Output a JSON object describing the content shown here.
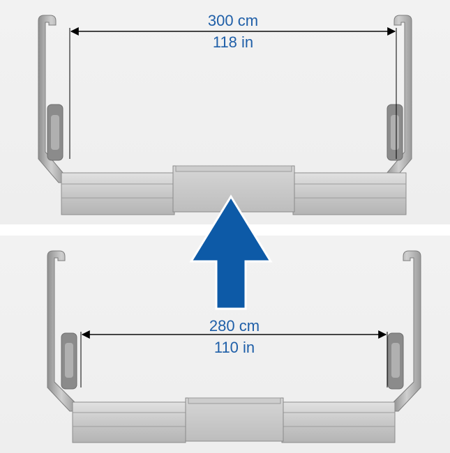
{
  "top_configuration": {
    "width_metric": "300 cm",
    "width_imperial": "118 in"
  },
  "bottom_configuration": {
    "width_metric": "280 cm",
    "width_imperial": "110 in"
  },
  "colors": {
    "arrow": "#0d5aa7",
    "dimension_text": "#1f5fa8",
    "frame_light": "#c9c9c9",
    "frame_dark": "#9a9a9a"
  },
  "icons": {
    "direction": "up-arrow-icon"
  }
}
